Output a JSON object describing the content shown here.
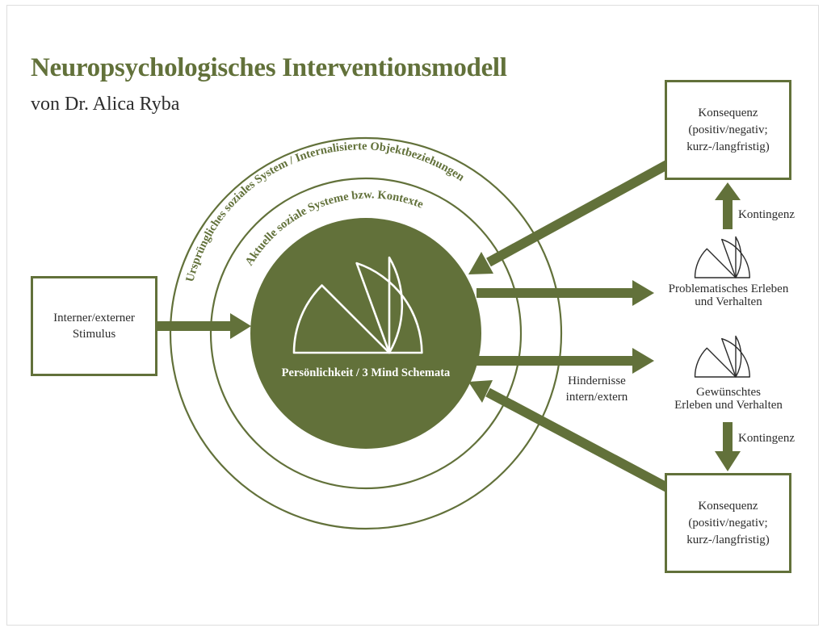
{
  "title": "Neuropsychologisches Interventionsmodell",
  "subtitle": "von Dr. Alica Ryba",
  "colors": {
    "accent": "#62713a",
    "text": "#2c2c2c",
    "background": "#ffffff"
  },
  "stimulus": "Interner/externer\nStimulus",
  "center_label": "Persönlichkeit / 3 Mind Schemata",
  "ring_outer_label": "Ursprüngliches soziales System / Internalisierte Objektbeziehungen",
  "ring_inner_label": "Aktuelle soziale Systeme bzw. Kontexte",
  "consequence_top": "Konsequenz\n(positiv/negativ;\nkurz-/langfristig)",
  "consequence_bottom": "Konsequenz\n(positiv/negativ;\nkurz-/langfristig)",
  "contingency_top": "Kontingenz",
  "contingency_bottom": "Kontingenz",
  "problematic": "Problematisches Erleben\nund Verhalten",
  "desired": "Gewünschtes\nErleben und Verhalten",
  "obstacles": "Hindernisse\nintern/extern",
  "icons": [
    "three-arc-fan-icon"
  ]
}
